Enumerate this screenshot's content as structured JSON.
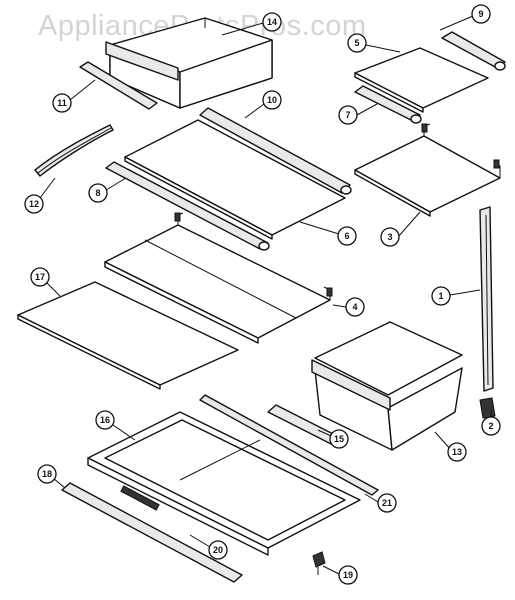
{
  "watermark": "AppliancePartsPros.com",
  "callouts": [
    {
      "id": "c14",
      "label": "14"
    },
    {
      "id": "c9",
      "label": "9"
    },
    {
      "id": "c5",
      "label": "5"
    },
    {
      "id": "c11",
      "label": "11"
    },
    {
      "id": "c10",
      "label": "10"
    },
    {
      "id": "c7",
      "label": "7"
    },
    {
      "id": "c12",
      "label": "12"
    },
    {
      "id": "c8",
      "label": "8"
    },
    {
      "id": "c6",
      "label": "6"
    },
    {
      "id": "c3",
      "label": "3"
    },
    {
      "id": "c17",
      "label": "17"
    },
    {
      "id": "c4",
      "label": "4"
    },
    {
      "id": "c1",
      "label": "1"
    },
    {
      "id": "c16",
      "label": "16"
    },
    {
      "id": "c15",
      "label": "15"
    },
    {
      "id": "c13",
      "label": "13"
    },
    {
      "id": "c2",
      "label": "2"
    },
    {
      "id": "c18",
      "label": "18"
    },
    {
      "id": "c21",
      "label": "21"
    },
    {
      "id": "c20",
      "label": "20"
    },
    {
      "id": "c19",
      "label": "19"
    }
  ]
}
